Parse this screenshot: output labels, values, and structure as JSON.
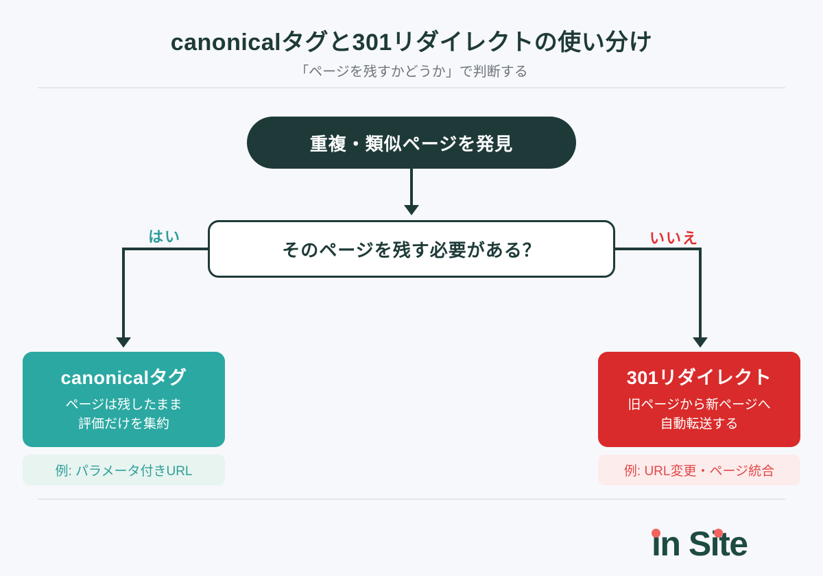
{
  "header": {
    "title": "canonicalタグと301リダイレクトの使い分け",
    "subtitle": "「ページを残すかどうか」で判断する"
  },
  "flow": {
    "start_node": "重複・類似ページを発見",
    "decision_node": "そのページを残す必要がある？",
    "yes_label": "はい",
    "no_label": "いいえ",
    "canonical": {
      "title": "canonicalタグ",
      "body": "ページは残したまま\n評価だけを集約",
      "example": "例: パラメータ付きURL"
    },
    "redirect": {
      "title": "301リダイレクト",
      "body": "旧ページから新ページへ\n自動転送する",
      "example": "例: URL変更・ページ統合"
    }
  },
  "footer": {
    "logo_text": "in Site"
  },
  "colors": {
    "background": "#f7f8fb",
    "ink": "#1e3a38",
    "teal": "#2ba8a2",
    "red": "#d92b2b",
    "teal_chip_bg": "#e7f4f0",
    "teal_chip_text": "#2f9e98",
    "red_chip_bg": "#fdecec",
    "red_chip_text": "#e34848",
    "yes_label": "#2a9d9a",
    "no_label": "#e23030",
    "subtitle_gray": "#6e757d",
    "divider": "#e4e6ea",
    "logo_green": "#1d4b41",
    "logo_dot_pink": "#f4625f"
  }
}
